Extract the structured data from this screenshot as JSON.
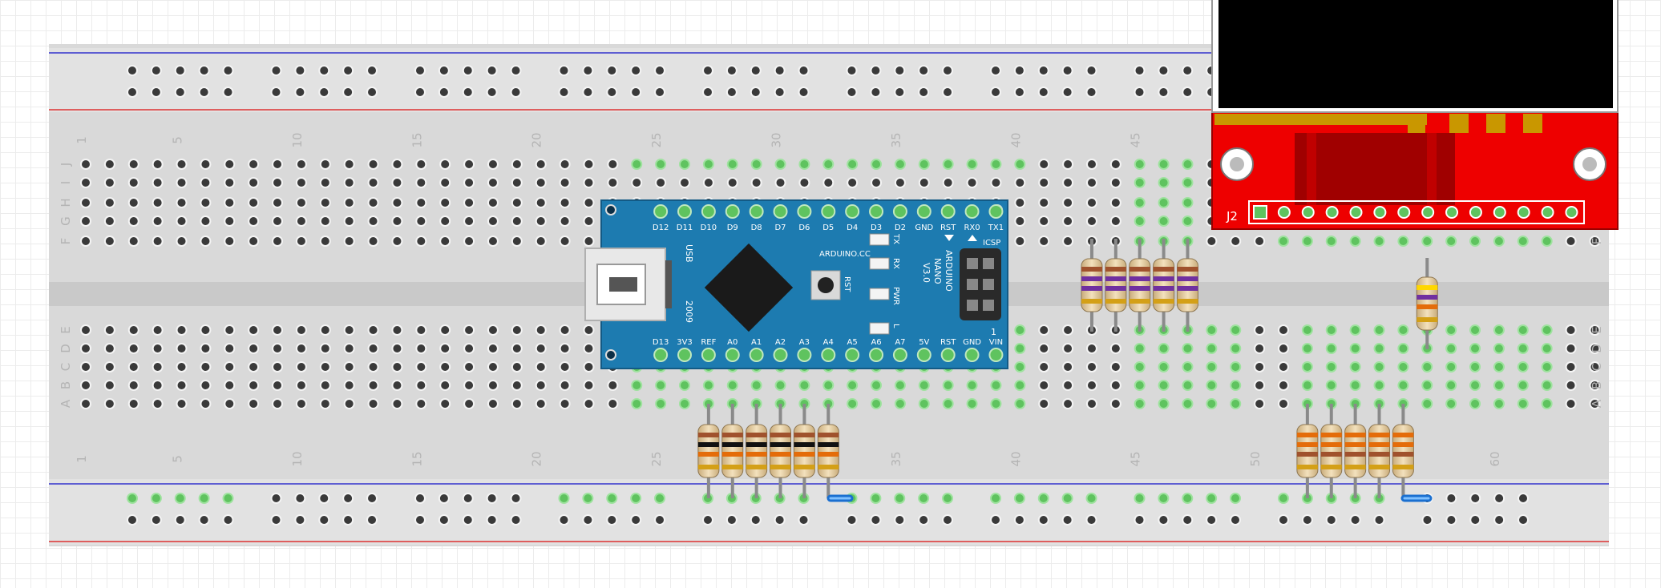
{
  "breadboard": {
    "column_numbers": [
      "1",
      "5",
      "10",
      "15",
      "20",
      "25",
      "30",
      "35",
      "40",
      "45",
      "50",
      "55",
      "60"
    ],
    "column_values": [
      1,
      5,
      10,
      15,
      20,
      25,
      30,
      35,
      40,
      45,
      50,
      55,
      60
    ],
    "row_letters_top": [
      "J",
      "I",
      "H",
      "G",
      "F"
    ],
    "row_letters_bottom": [
      "E",
      "D",
      "C",
      "B",
      "A"
    ]
  },
  "arduino": {
    "top_pins": [
      "D12",
      "D11",
      "D10",
      "D9",
      "D8",
      "D7",
      "D6",
      "D5",
      "D4",
      "D3",
      "D2",
      "GND",
      "RST",
      "RX0",
      "TX1"
    ],
    "bottom_pins": [
      "D13",
      "3V3",
      "REF",
      "A0",
      "A1",
      "A2",
      "A3",
      "A4",
      "A5",
      "A6",
      "A7",
      "5V",
      "RST",
      "GND",
      "VIN"
    ],
    "usb_label": "USB",
    "year_label": "2009",
    "brand_label": "ARDUINO.CC",
    "rst_label": "RST",
    "led_labels": [
      "TX",
      "RX",
      "PWR",
      "L"
    ],
    "model_label_line1": "ARDUINO",
    "model_label_line2": "NANO",
    "model_label_line3": "V3.0",
    "icsp_label": "ICSP",
    "icsp_pin1_label": "1"
  },
  "display": {
    "connector_label": "J2"
  },
  "colors": {
    "breadboard": "#d9d9d9",
    "arduino_board": "#1d7bb0",
    "display_pcb": "#ee0000",
    "power_line_blue": "#3333cc",
    "power_line_red": "#dd3333",
    "connected_hole": "#5fc35f",
    "wire": "#1a6fd0"
  }
}
